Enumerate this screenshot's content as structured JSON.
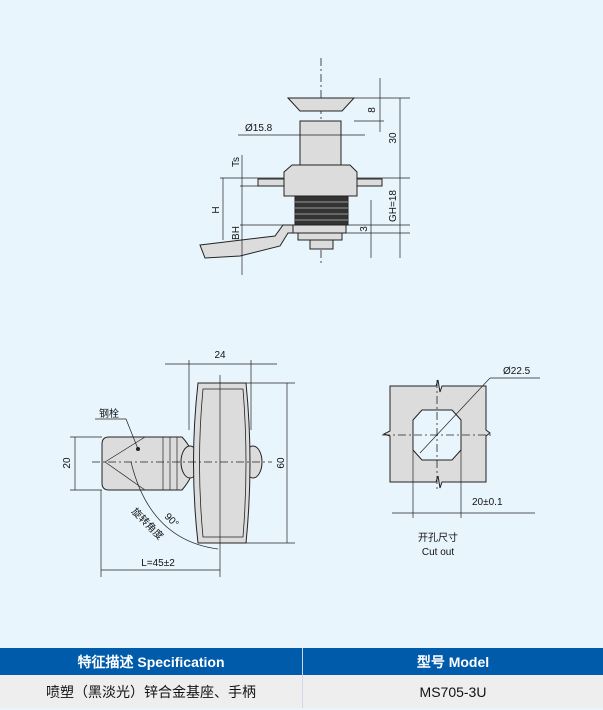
{
  "side_view": {
    "dim_cap_height": "8",
    "dim_total_height": "30",
    "dim_diameter": "Ø15.8",
    "dim_ts": "Ts",
    "dim_h": "H",
    "dim_bh": "BH",
    "dim_gh": "GH=18",
    "dim_3": "3"
  },
  "front_view": {
    "dim_width": "24",
    "dim_height": "60",
    "dim_bolt": "20",
    "dim_length": "L=45±2",
    "label_bolt": "钢栓",
    "angle": "90°",
    "label_rotation": "旋转角度"
  },
  "cutout": {
    "dim_diameter": "Ø22.5",
    "dim_width": "20±0.1",
    "label_cn": "开孔尺寸",
    "label_en": "Cut out"
  },
  "table": {
    "headers": [
      "特征描述 Specification",
      "型号 Model"
    ],
    "rows": [
      [
        "喷塑（黑淡光）锌合金基座、手柄",
        "MS705-3U"
      ]
    ]
  }
}
